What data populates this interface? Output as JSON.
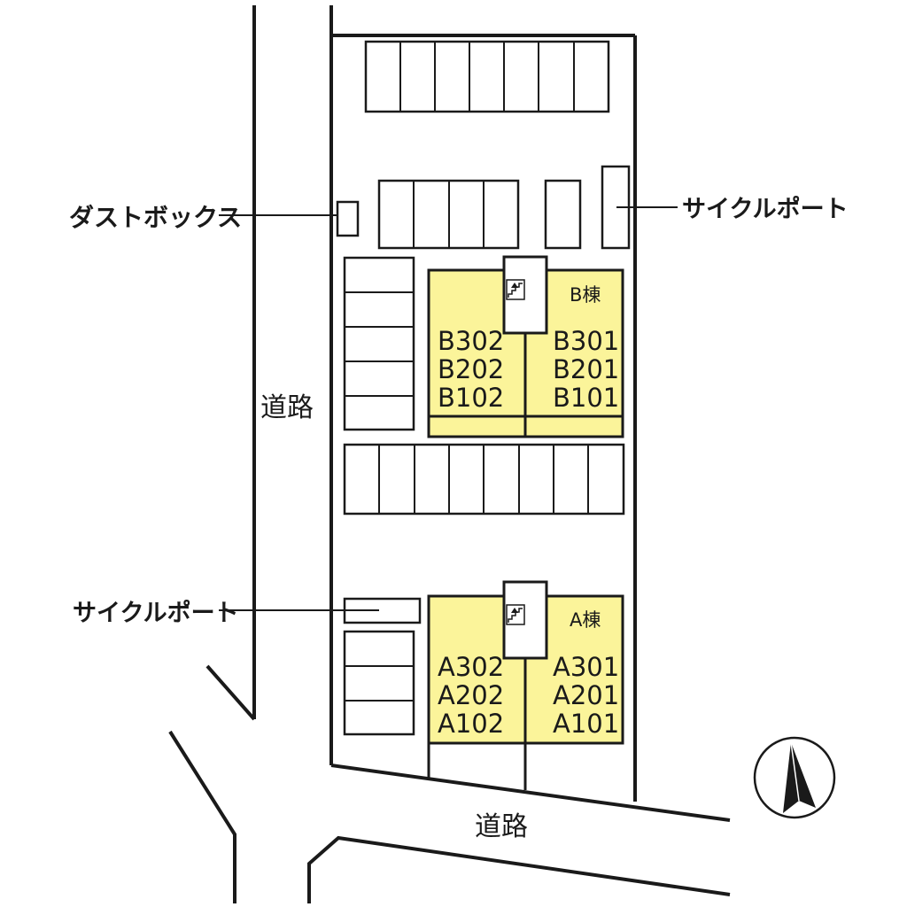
{
  "labels": {
    "dust_box": "ダストボックス",
    "cycle_port_upper": "サイクルポート",
    "cycle_port_lower": "サイクルポート",
    "road_west": "道路",
    "road_south": "道路"
  },
  "buildings": {
    "b": {
      "name": "B棟",
      "units_left": [
        "B302",
        "B202",
        "B102"
      ],
      "units_right": [
        "B301",
        "B201",
        "B101"
      ]
    },
    "a": {
      "name": "A棟",
      "units_left": [
        "A302",
        "A202",
        "A102"
      ],
      "units_right": [
        "A301",
        "A201",
        "A101"
      ]
    }
  },
  "colors": {
    "building_fill": "#fbf49a",
    "line": "#1a1a1a",
    "background": "#ffffff"
  },
  "icons": {
    "stairs": "stairs-icon",
    "compass": "north-arrow-icon"
  }
}
